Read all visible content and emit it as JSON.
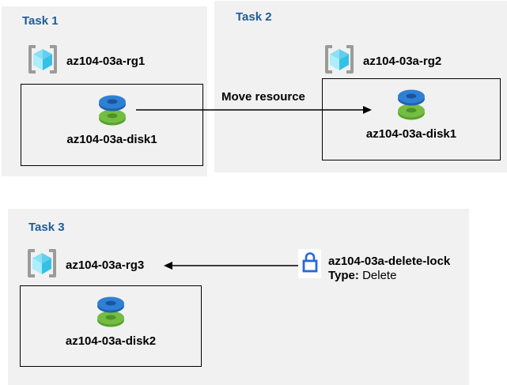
{
  "colors": {
    "panel_background": "#f1f1f1",
    "task_title_blue": "#1f5c99",
    "resource_box_border": "#000000",
    "arrow_black": "#000000",
    "lock_icon_blue": "#2368de",
    "bracket_gray": "#9b9b9b",
    "cube_cyan_light": "#aceefc",
    "cube_cyan_dark": "#35c1e3",
    "disk_blue": "#2f80d4",
    "disk_green": "#74bd42"
  },
  "tasks": [
    {
      "title": "Task 1",
      "resource_group": "az104-03a-rg1",
      "resource": "az104-03a-disk1"
    },
    {
      "title": "Task 2",
      "resource_group": "az104-03a-rg2",
      "resource": "az104-03a-disk1"
    },
    {
      "title": "Task 3",
      "resource_group": "az104-03a-rg3",
      "resource": "az104-03a-disk2"
    }
  ],
  "move_arrow": {
    "label": "Move resource"
  },
  "lock": {
    "name": "az104-03a-delete-lock",
    "type_label": "Type:",
    "type_value": "Delete"
  }
}
